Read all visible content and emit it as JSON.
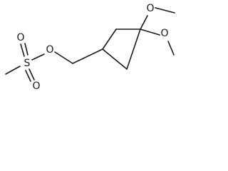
{
  "structure": {
    "atoms": {
      "sulfur": "S",
      "ester_oxygen": "O",
      "sulfonyl_oxygen_top": "O",
      "sulfonyl_oxygen_bottom": "O",
      "methoxy_oxygen_upper": "O",
      "methoxy_oxygen_lower": "O"
    }
  }
}
